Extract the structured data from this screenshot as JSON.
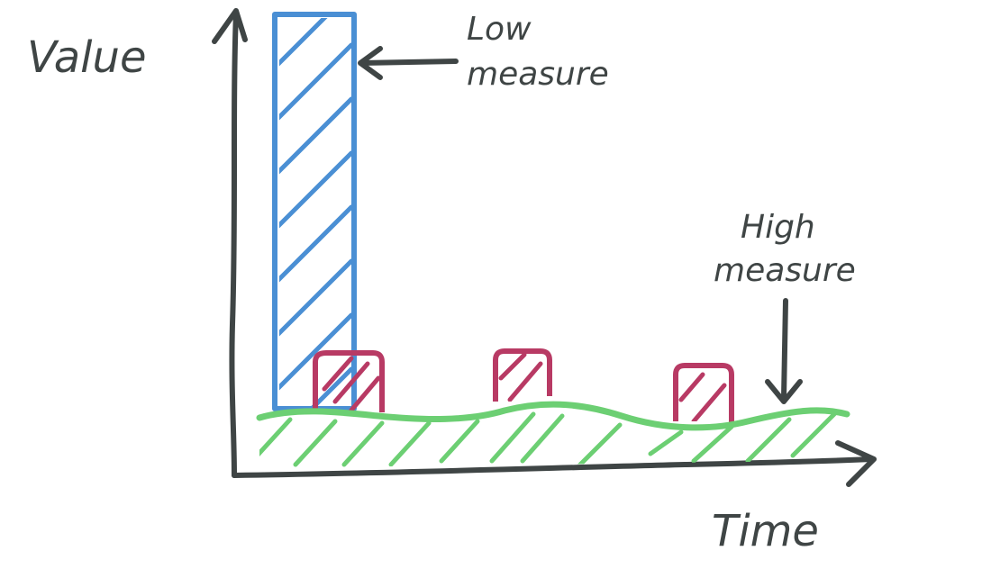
{
  "y_axis_label": "Value",
  "x_axis_label": "Time",
  "annotations": {
    "low": [
      "Low",
      "measure"
    ],
    "high": [
      "High",
      "measure"
    ]
  },
  "colors": {
    "ink": "#3f4545",
    "low_measure": "#4a8fd4",
    "high_measure": "#6ccf73",
    "spike": "#b83a64"
  }
}
